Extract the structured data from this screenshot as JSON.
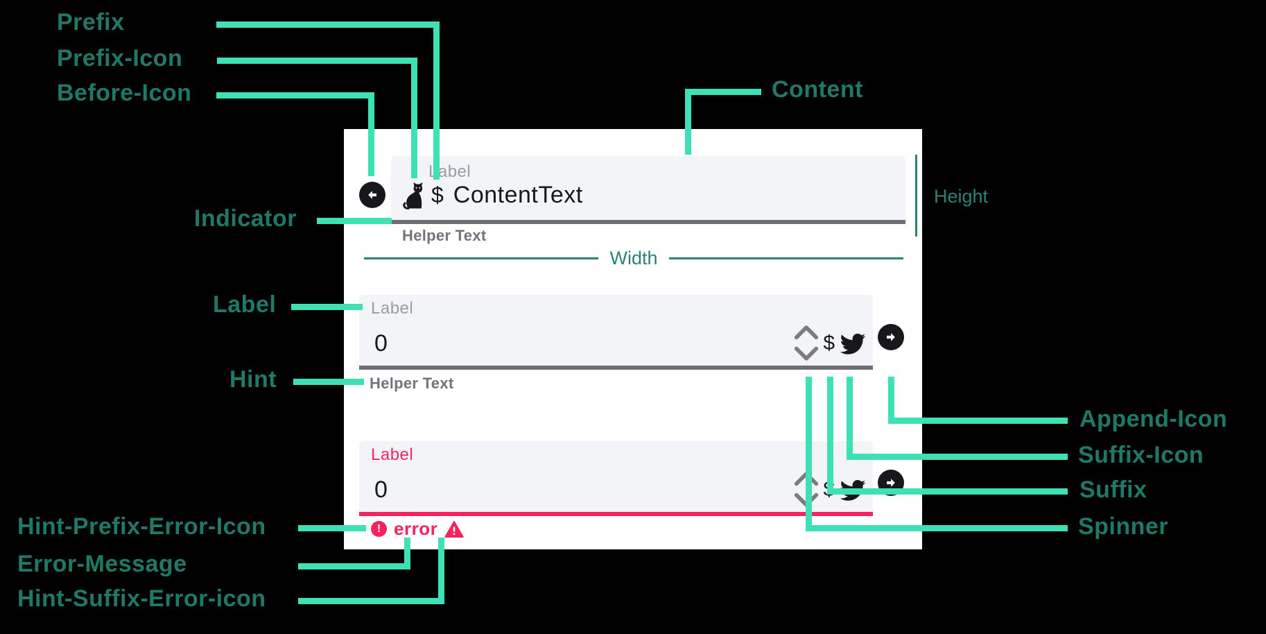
{
  "colors": {
    "background": "#000000",
    "card": "#ffffff",
    "annotation_line": "#3ee0b6",
    "annotation_label": "#1e7a67",
    "dimension_guide": "#2a8374",
    "error": "#f8235c",
    "field_background": "#f3f4f8",
    "underline": "#6e6e74",
    "label_gray": "#9b9ba3",
    "helper_gray": "#73737b",
    "content_ink": "#17171c"
  },
  "annotations": {
    "prefix": "Prefix",
    "prefix_icon": "Prefix-Icon",
    "before_icon": "Before-Icon",
    "content": "Content",
    "indicator": "Indicator",
    "height": "Height",
    "width": "Width",
    "label": "Label",
    "hint": "Hint",
    "append_icon": "Append-Icon",
    "suffix_icon": "Suffix-Icon",
    "suffix": "Suffix",
    "spinner": "Spinner",
    "hint_prefix_error_icon": "Hint-Prefix-Error-Icon",
    "error_message": "Error-Message",
    "hint_suffix_error_icon": "Hint-Suffix-Error-icon"
  },
  "fields": {
    "first": {
      "label": "Label",
      "prefix": "$",
      "value": "ContentText",
      "helper": "Helper Text",
      "before_icon": "arrow-left-circle",
      "prefix_icon": "cat"
    },
    "second": {
      "label": "Label",
      "value": "0",
      "suffix": "$",
      "helper": "Helper Text",
      "suffix_icon": "bird",
      "append_icon": "arrow-right-circle"
    },
    "third": {
      "label": "Label",
      "value": "0",
      "suffix": "$",
      "error": "error",
      "suffix_icon": "bird",
      "append_icon": "arrow-right-circle"
    }
  }
}
